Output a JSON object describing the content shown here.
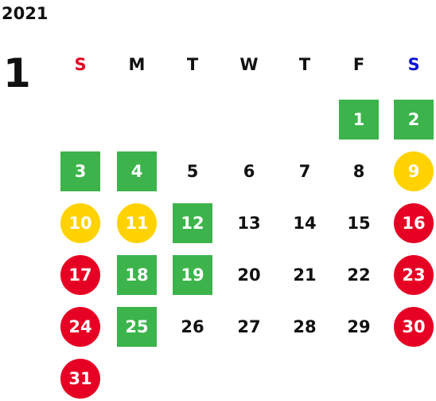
{
  "calendar": {
    "year": "2021",
    "month": "1",
    "weekdays": [
      {
        "label": "S",
        "color": "#e60023"
      },
      {
        "label": "M",
        "color": "#111111"
      },
      {
        "label": "T",
        "color": "#111111"
      },
      {
        "label": "W",
        "color": "#111111"
      },
      {
        "label": "T",
        "color": "#111111"
      },
      {
        "label": "F",
        "color": "#111111"
      },
      {
        "label": "S",
        "color": "#0a14d6"
      }
    ],
    "first_weekday_index": 5,
    "days": [
      {
        "label": "1",
        "style": "green"
      },
      {
        "label": "2",
        "style": "green"
      },
      {
        "label": "3",
        "style": "green"
      },
      {
        "label": "4",
        "style": "green"
      },
      {
        "label": "5",
        "style": "plain"
      },
      {
        "label": "6",
        "style": "plain"
      },
      {
        "label": "7",
        "style": "plain"
      },
      {
        "label": "8",
        "style": "plain"
      },
      {
        "label": "9",
        "style": "yellow"
      },
      {
        "label": "10",
        "style": "yellow"
      },
      {
        "label": "11",
        "style": "yellow"
      },
      {
        "label": "12",
        "style": "green"
      },
      {
        "label": "13",
        "style": "plain"
      },
      {
        "label": "14",
        "style": "plain"
      },
      {
        "label": "15",
        "style": "plain"
      },
      {
        "label": "16",
        "style": "red"
      },
      {
        "label": "17",
        "style": "red"
      },
      {
        "label": "18",
        "style": "green"
      },
      {
        "label": "19",
        "style": "green"
      },
      {
        "label": "20",
        "style": "plain"
      },
      {
        "label": "21",
        "style": "plain"
      },
      {
        "label": "22",
        "style": "plain"
      },
      {
        "label": "23",
        "style": "red"
      },
      {
        "label": "24",
        "style": "red"
      },
      {
        "label": "25",
        "style": "green"
      },
      {
        "label": "26",
        "style": "plain"
      },
      {
        "label": "27",
        "style": "plain"
      },
      {
        "label": "28",
        "style": "plain"
      },
      {
        "label": "29",
        "style": "plain"
      },
      {
        "label": "30",
        "style": "red"
      },
      {
        "label": "31",
        "style": "red"
      }
    ],
    "colors": {
      "green": "#3cb44b",
      "yellow": "#ffd200",
      "red": "#e60023",
      "sunday": "#e60023",
      "saturday": "#0a14d6",
      "text": "#111111"
    }
  }
}
